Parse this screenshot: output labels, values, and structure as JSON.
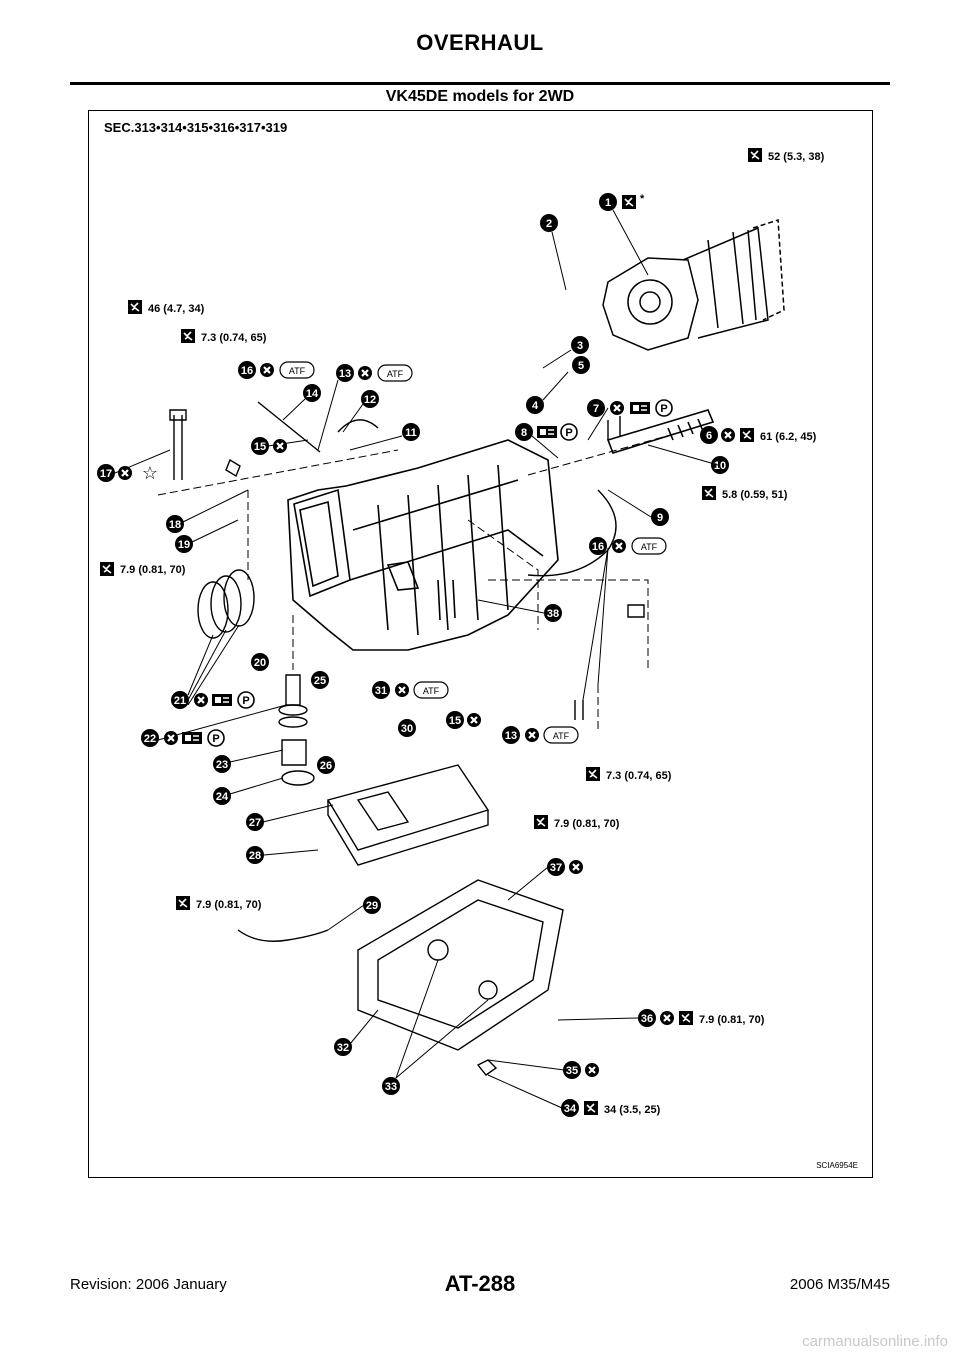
{
  "header": {
    "title": "OVERHAUL",
    "subtitle": "VK45DE models for 2WD"
  },
  "diagram": {
    "section_label": "SEC.313•314•315•316•317•319",
    "image_code": "SCIA6954E",
    "fluid_label": "ATF",
    "grease_label": "P",
    "asterisk": "*",
    "torques": {
      "t52": "52  (5.3,  38)",
      "t46": "46  (4.7,  34)",
      "t73a": "7.3  (0.74,  65)",
      "t61": "61  (6.2,  45)",
      "t58": "5.8  (0.59,  51)",
      "t79a": "7.9  (0.81,  70)",
      "t73b": "7.3  (0.74,  65)",
      "t79b": "7.9  (0.81,  70)",
      "t79c": "7.9  (0.81,  70)",
      "t79d": "7.9  (0.81,  70)",
      "t34": "34  (3.5,  25)"
    },
    "callouts": {
      "c1": "1",
      "c2": "2",
      "c3": "3",
      "c4": "4",
      "c5": "5",
      "c6": "6",
      "c7": "7",
      "c8": "8",
      "c9": "9",
      "c10": "10",
      "c11": "11",
      "c12": "12",
      "c13a": "13",
      "c13b": "13",
      "c14": "14",
      "c15a": "15",
      "c15b": "15",
      "c16a": "16",
      "c16b": "16",
      "c17": "17",
      "c18": "18",
      "c19": "19",
      "c20": "20",
      "c21": "21",
      "c22": "22",
      "c23": "23",
      "c24": "24",
      "c25": "25",
      "c26": "26",
      "c27": "27",
      "c28": "28",
      "c29": "29",
      "c30": "30",
      "c31": "31",
      "c32": "32",
      "c33": "33",
      "c34": "34",
      "c35": "35",
      "c36": "36",
      "c37": "37",
      "c38": "38"
    },
    "icons": {
      "torque_icon": "wrench-torque-icon",
      "replace_icon": "do-not-reuse-icon",
      "grease_icon": "petroleum-jelly-icon",
      "sealant_icon": "sealant-icon",
      "star_icon": "star-icon"
    }
  },
  "footer": {
    "revision": "Revision: 2006 January",
    "page": "AT-288",
    "model": "2006 M35/M45"
  },
  "watermark": "carmanualsonline.info"
}
